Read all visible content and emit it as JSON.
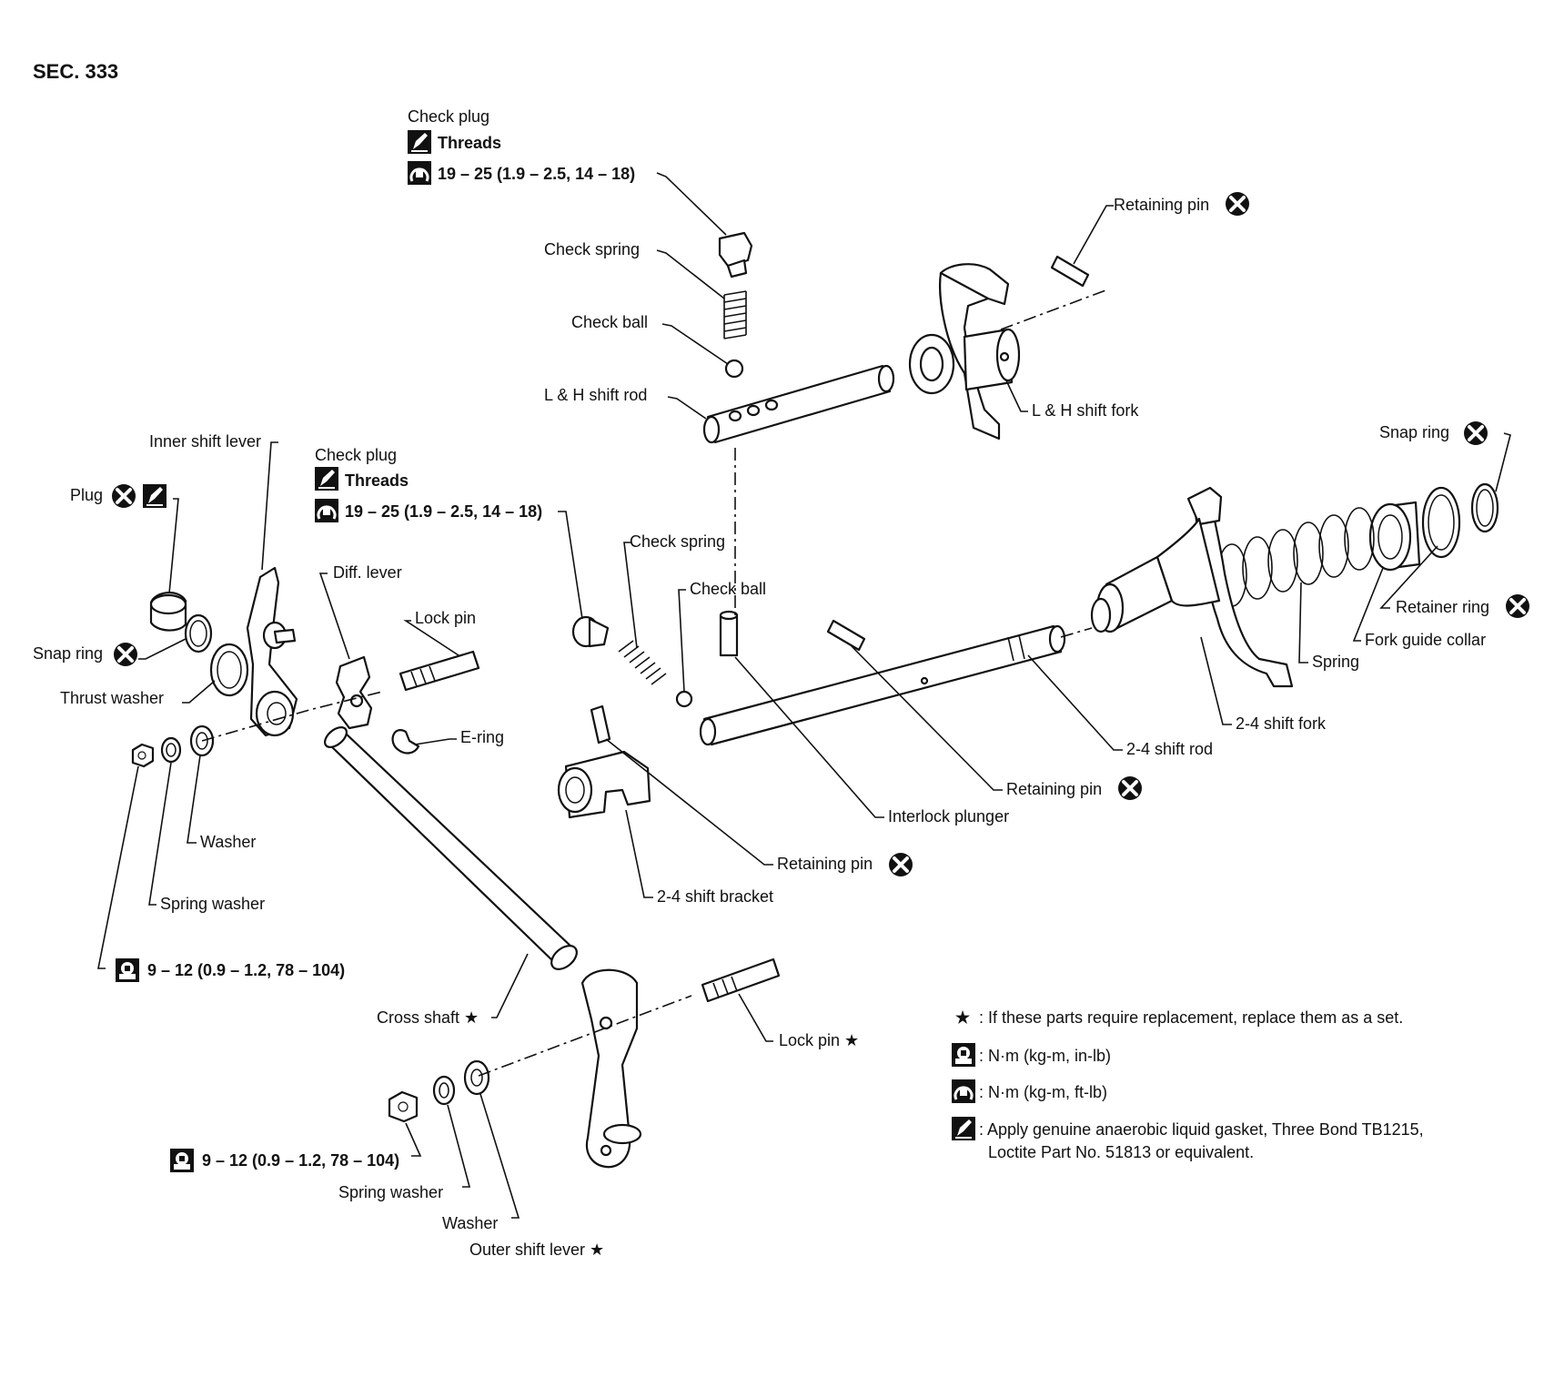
{
  "section": "SEC. 333",
  "labels": {
    "check_plug_top": "Check plug",
    "threads_top": "Threads",
    "torque_check_plug_top": "19 – 25 (1.9 – 2.5, 14 – 18)",
    "retaining_pin_top": "Retaining pin",
    "check_spring_top": "Check spring",
    "check_ball_top": "Check ball",
    "lh_shift_rod": "L & H shift rod",
    "lh_shift_fork": "L & H shift fork",
    "inner_shift_lever": "Inner shift lever",
    "check_plug_mid": "Check plug",
    "threads_mid": "Threads",
    "torque_check_plug_mid": "19 – 25 (1.9 – 2.5, 14 – 18)",
    "plug": "Plug",
    "snap_ring_left": "Snap ring",
    "thrust_washer": "Thrust washer",
    "diff_lever": "Diff. lever",
    "lock_pin_top": "Lock pin",
    "e_ring": "E-ring",
    "check_spring_mid": "Check spring",
    "check_ball_mid": "Check ball",
    "snap_ring_right": "Snap ring",
    "retainer_ring": "Retainer ring",
    "fork_guide_collar": "Fork guide collar",
    "spring": "Spring",
    "shift_fork_24": "2-4 shift fork",
    "shift_rod_24": "2-4 shift rod",
    "retaining_pin_mid": "Retaining pin",
    "interlock_plunger": "Interlock plunger",
    "retaining_pin_low": "Retaining pin",
    "shift_bracket_24": "2-4 shift bracket",
    "washer_left": "Washer",
    "spring_washer_left": "Spring washer",
    "torque_nut_left": "9 – 12 (0.9 – 1.2, 78 – 104)",
    "cross_shaft": "Cross shaft ★",
    "lock_pin_bottom": "Lock pin ★",
    "torque_nut_bottom": "9 – 12 (0.9 – 1.2, 78 – 104)",
    "spring_washer_bottom": "Spring washer",
    "washer_bottom": "Washer",
    "outer_shift_lever": "Outer shift lever ★"
  },
  "legend": {
    "star_symbol": "★",
    "star_text": ": If these parts require replacement, replace them as a set.",
    "torque_inlb": ": N·m (kg-m, in-lb)",
    "torque_ftlb": ": N·m (kg-m, ft-lb)",
    "gasket_line1": ": Apply genuine anaerobic liquid gasket, Three Bond TB1215,",
    "gasket_line2": "Loctite Part No. 51813 or equivalent."
  },
  "icons": [
    "replace-part-icon",
    "sealant-icon",
    "torque-ftlb-icon",
    "torque-inlb-icon"
  ]
}
